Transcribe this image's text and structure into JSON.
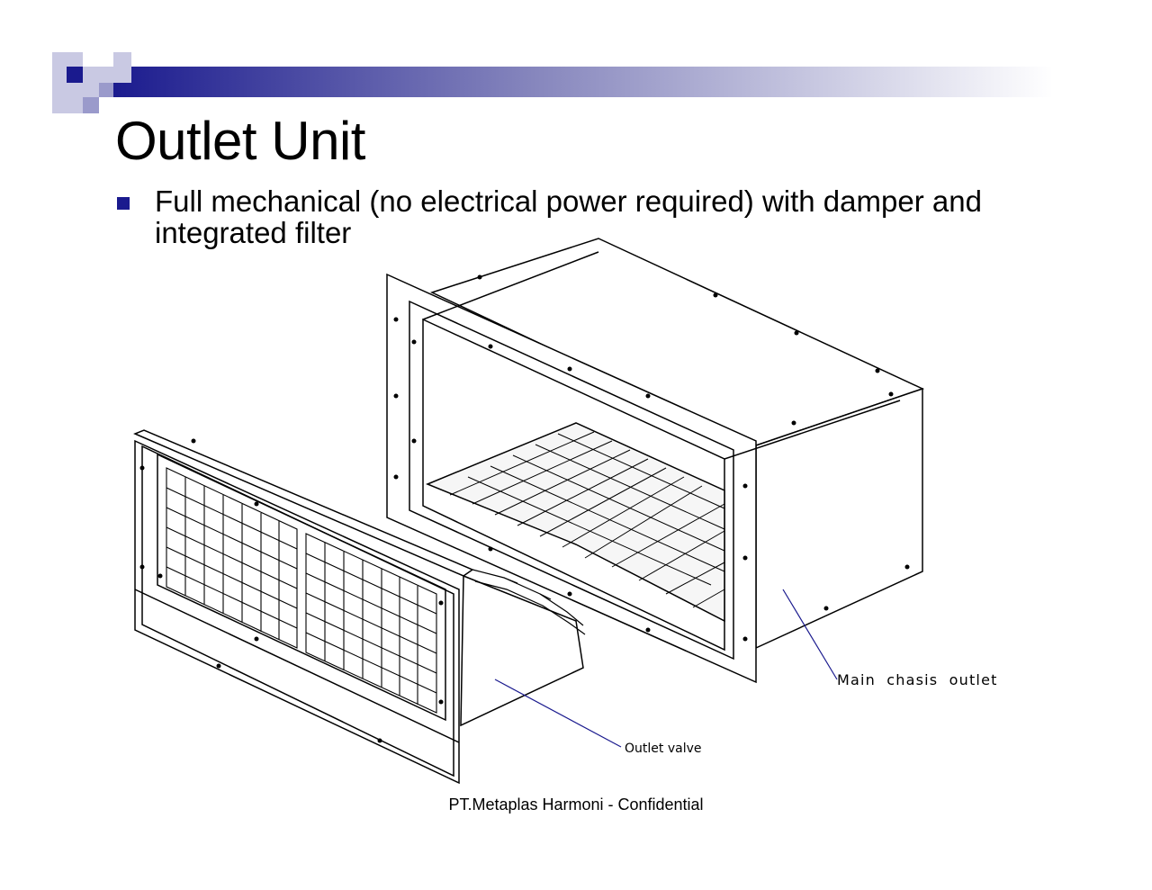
{
  "slide": {
    "title": "Outlet Unit",
    "bullets": [
      "Full mechanical (no electrical power required) with damper and integrated filter"
    ],
    "footer": "PT.Metaplas Harmoni - Confidential"
  },
  "diagram": {
    "labels": {
      "outlet_valve": "Outlet valve",
      "main_chassis": "Main chasis outlet"
    }
  },
  "colors": {
    "accent_dark": "#1a1a8e",
    "accent_light": "#b8b8da",
    "line": "#000000",
    "leader": "#1a1a8e"
  }
}
